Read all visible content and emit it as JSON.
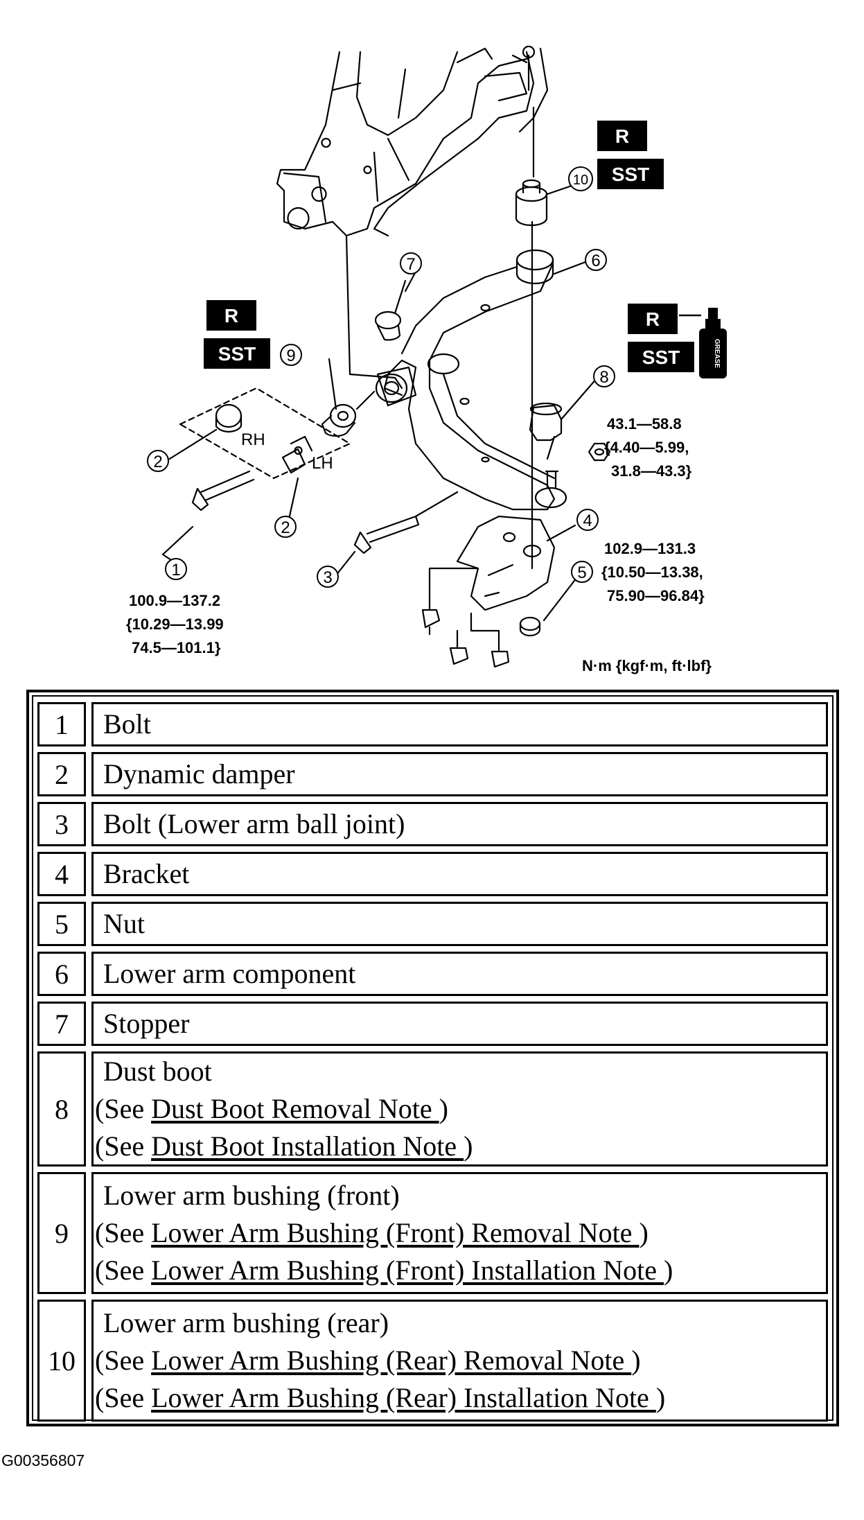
{
  "diagram": {
    "badges": {
      "r": "R",
      "sst": "SST",
      "grease": "GREASE"
    },
    "side_labels": {
      "rh": "RH",
      "lh": "LH"
    },
    "callouts": [
      "1",
      "2",
      "2",
      "3",
      "4",
      "5",
      "6",
      "7",
      "8",
      "9",
      "10"
    ],
    "torques": {
      "bolt1": [
        "100.9—137.2",
        "{10.29—13.99",
        "74.5—101.1}"
      ],
      "nut_ball": [
        "43.1—58.8",
        "{4.40—5.99,",
        "31.8—43.3}"
      ],
      "bracket_nut": [
        "102.9—131.3",
        "{10.50—13.38,",
        "75.90—96.84}"
      ]
    },
    "units": "N·m {kgf·m, ft·lbf}"
  },
  "parts": [
    {
      "num": "1",
      "desc": "Bolt"
    },
    {
      "num": "2",
      "desc": "Dynamic damper"
    },
    {
      "num": "3",
      "desc": "Bolt (Lower arm ball joint)"
    },
    {
      "num": "4",
      "desc": "Bracket"
    },
    {
      "num": "5",
      "desc": "Nut"
    },
    {
      "num": "6",
      "desc": "Lower arm component"
    },
    {
      "num": "7",
      "desc": "Stopper"
    },
    {
      "num": "8",
      "desc": "Dust boot",
      "refs": [
        {
          "prefix": "(See ",
          "link": "Dust Boot Removal Note ",
          "suffix": ")"
        },
        {
          "prefix": "(See ",
          "link": "Dust Boot Installation Note ",
          "suffix": ")"
        }
      ]
    },
    {
      "num": "9",
      "desc": "Lower arm bushing (front)",
      "refs": [
        {
          "prefix": "(See ",
          "link": "Lower Arm Bushing (Front) Removal Note ",
          "suffix": ")"
        },
        {
          "prefix": "(See ",
          "link": "Lower Arm Bushing (Front) Installation Note ",
          "suffix": ")"
        }
      ]
    },
    {
      "num": "10",
      "desc": "Lower arm bushing (rear)",
      "refs": [
        {
          "prefix": "(See ",
          "link": "Lower Arm Bushing (Rear) Removal Note ",
          "suffix": ")"
        },
        {
          "prefix": "(See ",
          "link": "Lower Arm Bushing (Rear) Installation Note ",
          "suffix": ")"
        }
      ]
    }
  ],
  "figure_id": "G00356807"
}
